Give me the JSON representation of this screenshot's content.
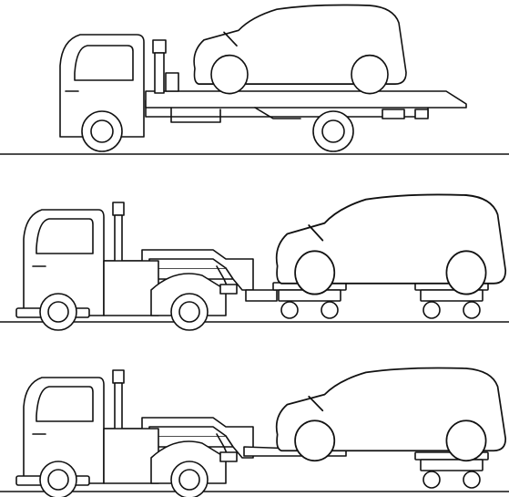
{
  "diagram": {
    "panels": [
      {
        "id": "flatbed",
        "method": "flatbed-transport"
      },
      {
        "id": "dollies",
        "method": "wheel-lift-with-dollies"
      },
      {
        "id": "wheel-lift-rear-dolly",
        "method": "wheel-lift-with-rear-dolly"
      }
    ],
    "colors": {
      "line": "#111111",
      "background": "#ffffff"
    }
  }
}
